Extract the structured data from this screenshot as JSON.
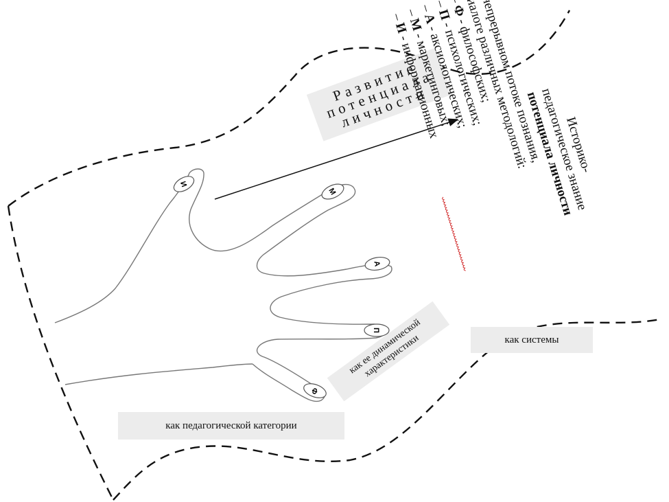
{
  "title_lines": [
    "Развитие",
    "потенциала",
    "личности"
  ],
  "text_block": {
    "line1": "Историко-",
    "line2": "педагогическое знание",
    "line3": "потенциала личности",
    "line4": "в непрерывном потоке познания,",
    "line5": "диалоге различных методологий:",
    "items": [
      {
        "letter": "Ф",
        "text": " - философских;"
      },
      {
        "letter": "П",
        "text": " - психологических;"
      },
      {
        "letter": "А",
        "text": " - аксиологических;"
      },
      {
        "letter": "М",
        "text": " - маркетинговых;"
      },
      {
        "letter": "И",
        "text": " - информационных"
      }
    ]
  },
  "labels": {
    "system": "как системы",
    "dynamic_line1": "как ее динамической",
    "dynamic_line2": "характеристики",
    "pedagogical": "как педагогической категории"
  },
  "finger_letters": {
    "thumb": "И",
    "index": "М",
    "middle": "А",
    "ring": "П",
    "little": "Ф"
  },
  "colors": {
    "box": "#ececec",
    "stroke": "#111111",
    "hand": "#777777",
    "underline": "#d22b2b"
  }
}
